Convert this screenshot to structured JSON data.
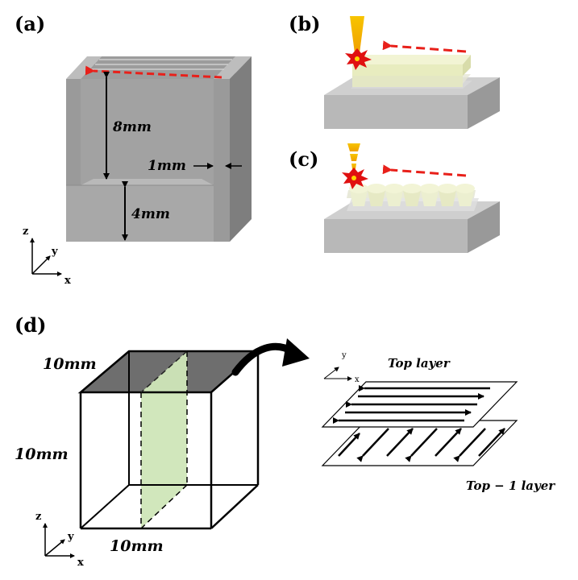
{
  "panels": {
    "a": {
      "label": "(a)",
      "wall_height": "8mm",
      "wall_thickness": "1mm",
      "base_height": "4mm",
      "axes": {
        "z": "z",
        "y": "y",
        "x": "x"
      }
    },
    "b": {
      "label": "(b)"
    },
    "c": {
      "label": "(c)"
    },
    "d": {
      "label": "(d)",
      "cube_top_edge": "10mm",
      "cube_height": "10mm",
      "cube_bottom_edge": "10mm",
      "top_layer": "Top layer",
      "top_minus_one_layer": "Top − 1 layer",
      "axes": {
        "z": "z",
        "y": "y",
        "x": "x"
      },
      "mini_axes": {
        "y": "y",
        "x": "x"
      }
    }
  },
  "colors": {
    "part_front": "#a8a8a8",
    "part_side": "#8a8a8a",
    "part_top": "#bdbdbd",
    "scan_arrow": "#e8201a",
    "laser": "#f2b800",
    "melt_spark": "#e01010",
    "deposit": "#eef2c8",
    "plane_fill": "#cfe6b8",
    "cube_top": "#6e6e6e"
  }
}
